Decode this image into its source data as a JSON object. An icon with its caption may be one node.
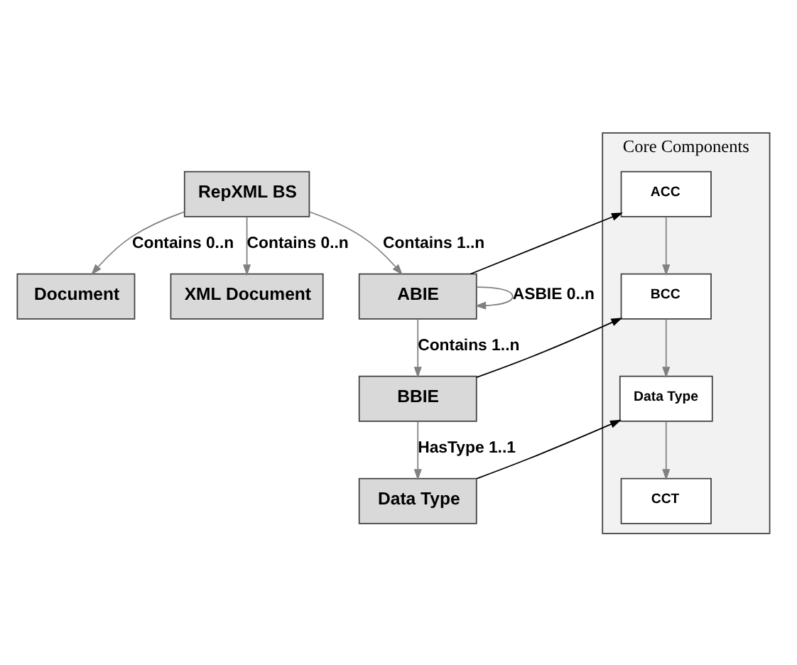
{
  "diagram": {
    "nodes": [
      {
        "text": [
          "RepXML BS"
        ]
      },
      {
        "text": [
          "Document"
        ]
      },
      {
        "text": [
          "XML Document"
        ]
      },
      {
        "text": [
          "ABIE"
        ]
      },
      {
        "text": [
          "Core Components"
        ]
      },
      {
        "text": [
          "ACC"
        ],
        "in": 4
      },
      {
        "text": [
          "BCC"
        ],
        "in": 4
      },
      {
        "text": [
          "Data Type"
        ],
        "in": 4
      },
      {
        "text": [
          "CCT"
        ],
        "in": 4
      },
      {
        "text": [
          "BBIE"
        ]
      },
      {
        "text": [
          "Data Type"
        ]
      }
    ],
    "edges": [
      {
        "from": 0,
        "to": 1,
        "arrow": "to",
        "label": "Contains 0..n"
      },
      {
        "from": 0,
        "to": 2,
        "arrow": "to",
        "label": "Contains 0..n"
      },
      {
        "from": 0,
        "to": 3,
        "arrow": "to",
        "label": "Contains 1..n"
      },
      {
        "from": 3,
        "to": 3,
        "arrow": "to",
        "label": "ASBIE 0..n"
      },
      {
        "from": 3,
        "to": 9,
        "arrow": "to",
        "label": "Contains 1..n"
      },
      {
        "from": 3,
        "to": 5,
        "arrow": "to",
        "color": "#000000"
      },
      {
        "from": 5,
        "to": 6,
        "arrow": "to"
      },
      {
        "from": 6,
        "to": 7,
        "arrow": "to"
      },
      {
        "from": 7,
        "to": 8,
        "arrow": "to"
      },
      {
        "from": 9,
        "to": 6,
        "arrow": "to",
        "color": "#000000"
      },
      {
        "from": 9,
        "to": 10,
        "arrow": "to",
        "label": "HasType 1..1"
      },
      {
        "from": 10,
        "to": 7,
        "arrow": "to",
        "color": "#000000"
      }
    ]
  }
}
